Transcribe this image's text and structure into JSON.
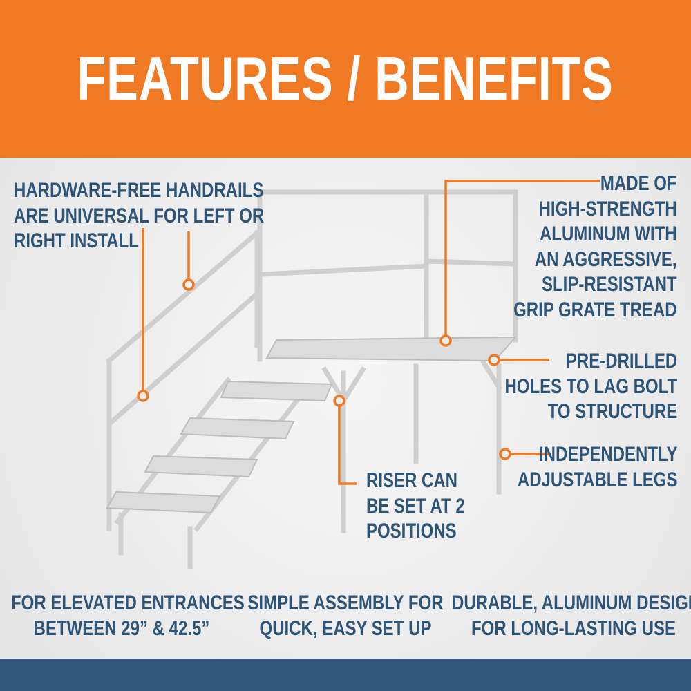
{
  "header": {
    "title": "FEATURES / BENEFITS"
  },
  "callouts": {
    "handrails": [
      "HARDWARE-FREE HANDRAILS",
      "ARE UNIVERSAL FOR LEFT OR",
      "RIGHT INSTALL"
    ],
    "material": [
      "MADE OF",
      "HIGH-STRENGTH",
      "ALUMINUM WITH",
      "AN AGGRESSIVE,",
      "SLIP-RESISTANT",
      "GRIP GRATE TREAD"
    ],
    "holes": [
      "PRE-DRILLED",
      "HOLES TO LAG BOLT",
      "TO STRUCTURE"
    ],
    "legs": [
      "INDEPENDENTLY",
      "ADJUSTABLE LEGS"
    ],
    "riser": [
      "RISER CAN",
      "BE SET AT 2",
      "POSITIONS"
    ]
  },
  "bottom": {
    "elevated": [
      "FOR ELEVATED ENTRANCES",
      "BETWEEN 29” & 42.5”"
    ],
    "assembly": [
      "SIMPLE ASSEMBLY FOR",
      "QUICK, EASY SET UP"
    ],
    "durable": [
      "DURABLE, ALUMINUM DESIGN",
      "FOR LONG-LASTING USE"
    ]
  },
  "colors": {
    "accent": "#f07a24",
    "text": "#2e5478",
    "footer": "#33587a"
  }
}
